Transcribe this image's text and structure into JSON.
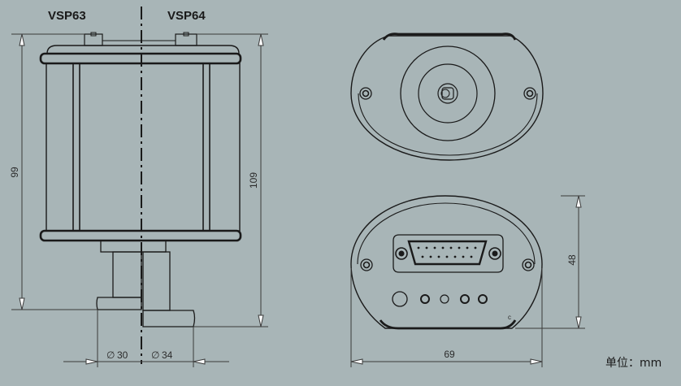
{
  "labels": {
    "left_model": "VSP63",
    "right_model": "VSP64",
    "height_left": "99",
    "height_right": "109",
    "dia_left": "30",
    "dia_right": "34",
    "dia_symbol": "∅",
    "depth": "48",
    "width": "69",
    "small_mark": "c",
    "unit": "单位：mm"
  },
  "colors": {
    "background": "#a8b5b7",
    "line": "#1a1a1a",
    "dim_line": "#3a3a3a"
  },
  "icons": [
    "d-sub-connector-icon",
    "mounting-screw-icon",
    "status-led-icon"
  ]
}
